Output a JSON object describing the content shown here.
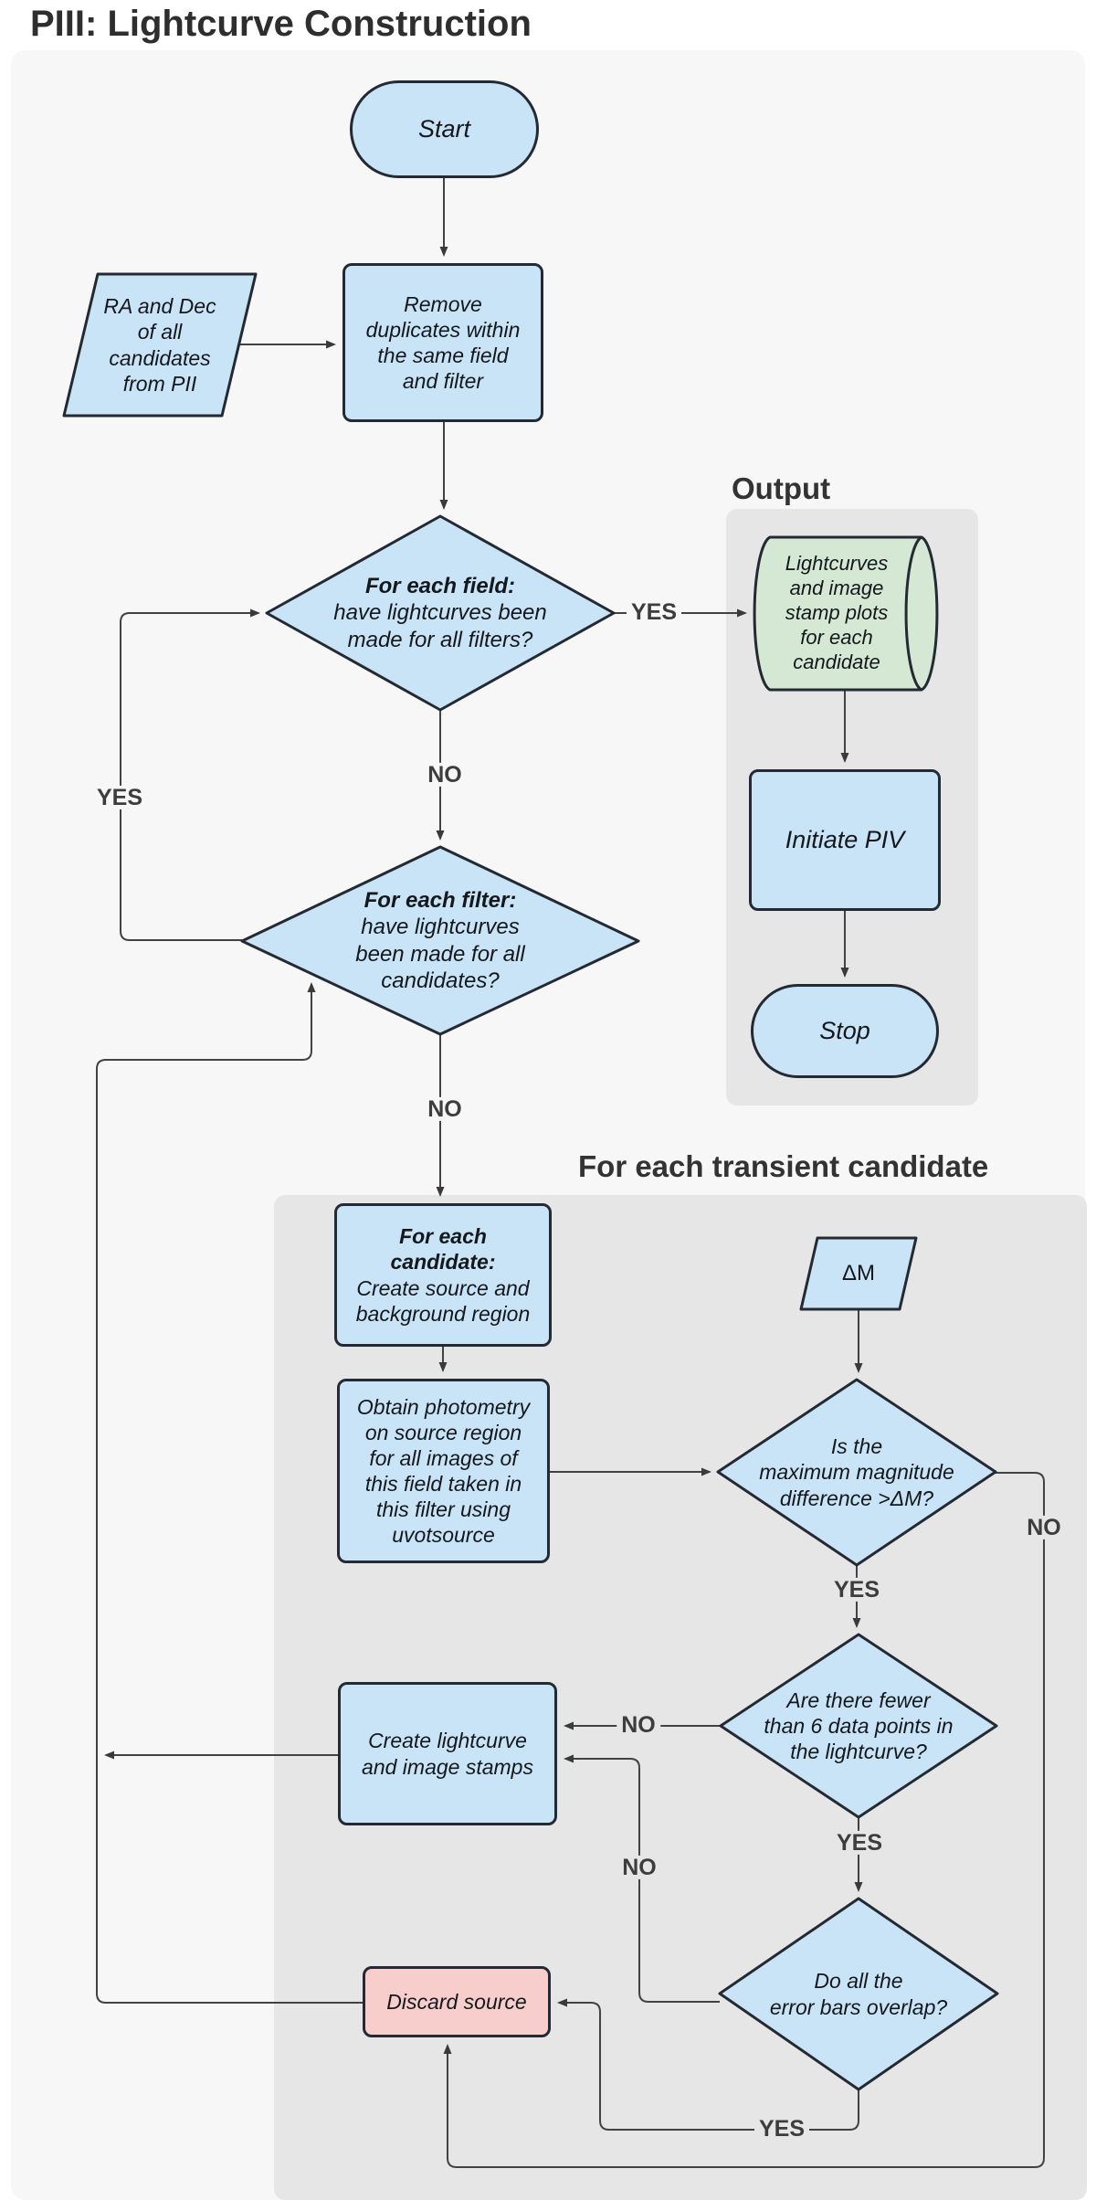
{
  "title": "PIII: Lightcurve Construction",
  "sections": {
    "output": "Output",
    "candidate": "For each transient candidate"
  },
  "nodes": {
    "start": {
      "label": "Start"
    },
    "ra_dec": {
      "label": "RA and Dec\nof all\ncandidates\nfrom PII"
    },
    "remove_duplicates": {
      "label": "Remove\nduplicates within\nthe same field\nand filter"
    },
    "field_decision": {
      "head": "For each field:",
      "rest": "have lightcurves been\nmade for all filters?"
    },
    "lightcurve_db": {
      "label": "Lightcurves\nand image\nstamp plots\nfor each\ncandidate"
    },
    "initiate_piv": {
      "label": "Initiate PIV"
    },
    "stop": {
      "label": "Stop"
    },
    "filter_decision": {
      "head": "For each filter:",
      "rest": "have lightcurves\nbeen made for all\ncandidates?"
    },
    "for_each_candidate": {
      "head": "For each\ncandidate:",
      "rest": "Create source and\nbackground region"
    },
    "delta_m": {
      "label": "ΔM"
    },
    "obtain_photometry": {
      "label": "Obtain photometry\non source region\nfor all images of\nthis field taken in\nthis filter using\nuvotsource"
    },
    "magnitude_decision": {
      "label": "Is the\nmaximum magnitude\ndifference >ΔM?"
    },
    "datapoints_decision": {
      "label": "Are there fewer\nthan 6 data points in\nthe lightcurve?"
    },
    "create_lightcurve": {
      "label": "Create lightcurve\nand image stamps"
    },
    "errorbars_decision": {
      "label": "Do all the\nerror bars overlap?"
    },
    "discard_source": {
      "label": "Discard source"
    }
  },
  "edge_labels": {
    "yes_field": {
      "text": "YES"
    },
    "no_field": {
      "text": "NO"
    },
    "yes_filter": {
      "text": "YES"
    },
    "no_filter": {
      "text": "NO"
    },
    "yes_magnitude": {
      "text": "YES"
    },
    "no_magnitude": {
      "text": "NO"
    },
    "no_datapoints": {
      "text": "NO"
    },
    "yes_datapoints": {
      "text": "YES"
    },
    "no_errorbars": {
      "text": "NO"
    },
    "yes_errorbars": {
      "text": "YES"
    }
  },
  "colors": {
    "node_fill_blue": "#c9e4f6",
    "node_fill_green": "#d5e8d4",
    "node_fill_pink": "#f8cecc",
    "node_stroke": "#242a33",
    "connector": "#424242",
    "group_panel": "#e6e6e6",
    "surface_panel": "#f7f7f7"
  }
}
